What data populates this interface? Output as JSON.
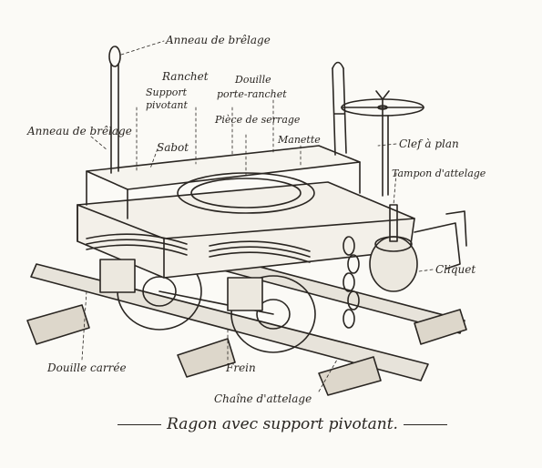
{
  "caption": "Ragon avec support pivotant.",
  "labels": {
    "anneau_top": "Anneau de brêlage",
    "anneau_left": "Anneau de brêlage",
    "ranchet": "Ranchet",
    "support_pivotant_1": "Support",
    "support_pivotant_2": "pivotant",
    "douille_porte_1": "Douille",
    "douille_porte_2": "porte-ranchet",
    "piece_serrage": "Pièce de serrage",
    "sabot": "Sabot",
    "manette": "Manette",
    "clef_plan": "Clef à plan",
    "tampon": "Tampon d'attelage",
    "cliquet": "Cliquet",
    "douille_carree": "Douille carrée",
    "frein": "Frein",
    "chaine": "Chaîne d'attelage"
  }
}
